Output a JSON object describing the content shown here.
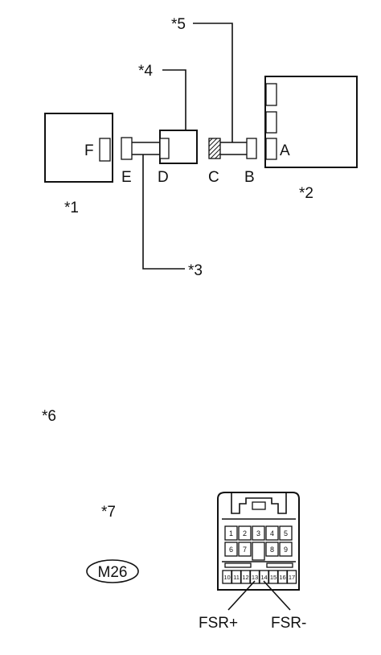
{
  "callouts": {
    "c1": "*1",
    "c2": "*2",
    "c3": "*3",
    "c4": "*4",
    "c5": "*5",
    "c6": "*6",
    "c7": "*7"
  },
  "connector_letters": {
    "A": "A",
    "B": "B",
    "C": "C",
    "D": "D",
    "E": "E",
    "F": "F"
  },
  "connector_code": "M26",
  "terminals": {
    "row1": [
      "1",
      "2",
      "3",
      "4",
      "5"
    ],
    "row2": [
      "6",
      "7",
      "8",
      "9"
    ],
    "row3": [
      "10",
      "11",
      "12",
      "13",
      "14",
      "15",
      "16",
      "17"
    ]
  },
  "signals": {
    "plus": "FSR+",
    "minus": "FSR-"
  }
}
